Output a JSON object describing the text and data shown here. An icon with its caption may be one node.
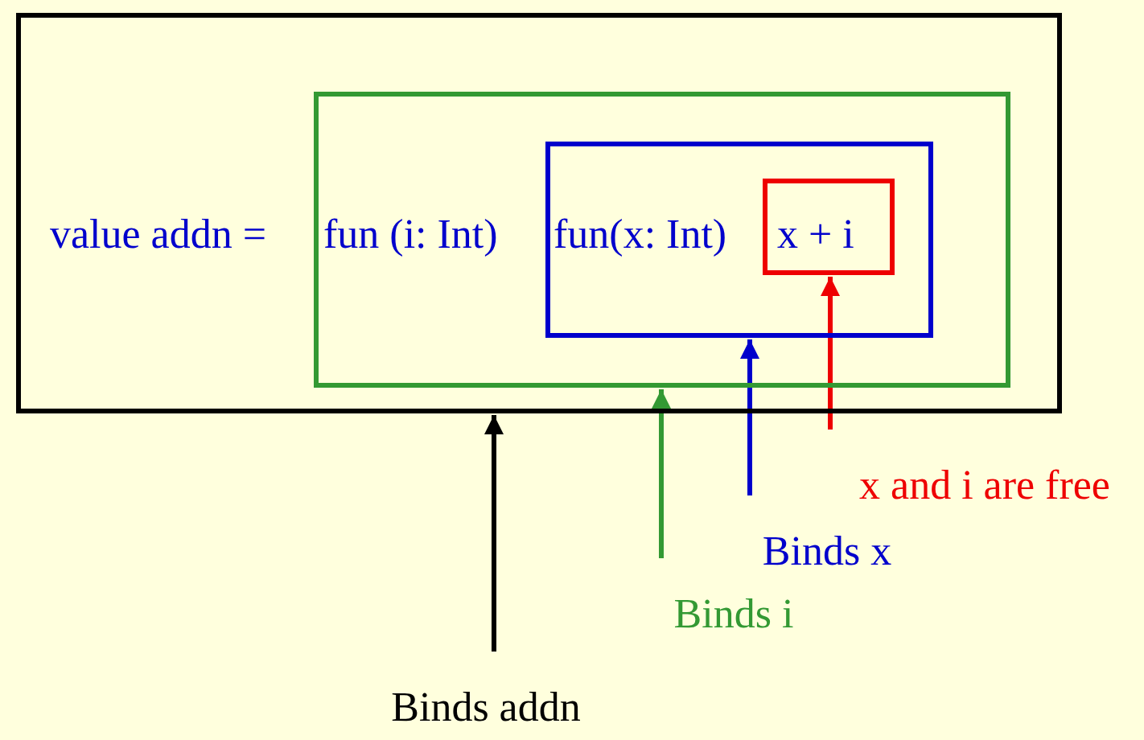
{
  "diagram": {
    "nodes": [
      {
        "text": [
          "value addn ="
        ]
      },
      {
        "text": [
          "fun (i: Int)"
        ],
        "in": 0
      },
      {
        "text": [
          "fun(x: Int)"
        ],
        "in": 1
      },
      {
        "text": [
          "x + i"
        ],
        "in": 2
      },
      {
        "text": [
          "Binds addn"
        ]
      },
      {
        "text": [
          "Binds i"
        ]
      },
      {
        "text": [
          "Binds x"
        ]
      },
      {
        "text": [
          "x and i are free"
        ]
      }
    ],
    "edges": [
      {
        "from": 4,
        "to": 0,
        "arrow": "to",
        "color": "#000000"
      },
      {
        "from": 5,
        "to": 1,
        "arrow": "to",
        "color": "#339933"
      },
      {
        "from": 6,
        "to": 2,
        "arrow": "to",
        "color": "#0000cc"
      },
      {
        "from": 7,
        "to": 3,
        "arrow": "to",
        "color": "#ee0000"
      }
    ]
  }
}
